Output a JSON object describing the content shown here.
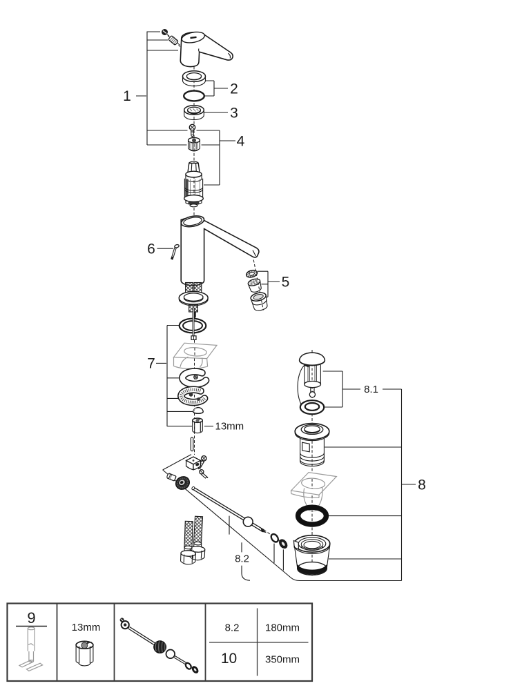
{
  "callouts": {
    "n1": "1",
    "n2": "2",
    "n3": "3",
    "n4": "4",
    "n5": "5",
    "n6": "6",
    "n7": "7",
    "n8": "8",
    "n8_1": "8.1",
    "n8_2": "8.2",
    "wrench_size": "13mm"
  },
  "legend": {
    "tool_no": "9",
    "nut_size": "13mm",
    "variants": [
      {
        "no": "8.2",
        "length": "180mm"
      },
      {
        "no": "10",
        "length": "350mm"
      }
    ]
  },
  "colors": {
    "line": "#1a1a1a",
    "phantom": "#9a9a9a",
    "paper": "#ffffff"
  }
}
